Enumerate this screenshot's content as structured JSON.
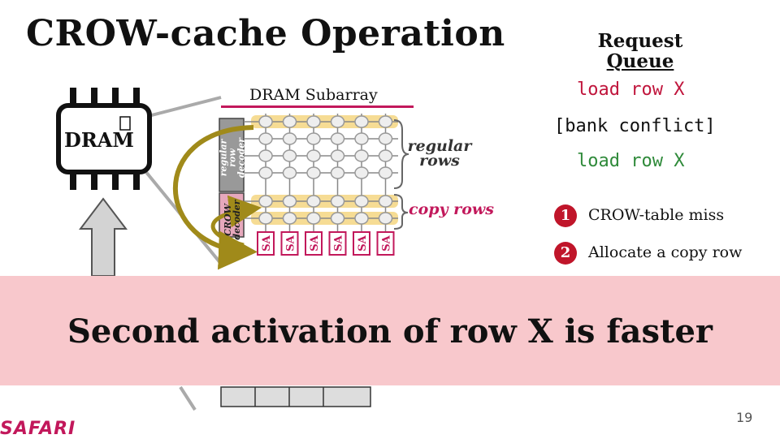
{
  "slide": {
    "title": "CROW-cache Operation",
    "page_number": "19",
    "logo_text": "SAFARI"
  },
  "dram_chip": {
    "label": "DRAM"
  },
  "subarray": {
    "title": "DRAM Subarray",
    "regular_decoder_label": "regular row decoder",
    "crow_decoder_label": "CROW decoder",
    "regular_rows_label": "regular rows",
    "copy_rows_label": "copy rows",
    "sense_amp_label": "SA",
    "sense_amp_count": 6,
    "regular_row_count": 4,
    "copy_row_count": 2,
    "column_count": 6
  },
  "request_queue": {
    "title_line1": "Request",
    "title_line2": "Queue",
    "items": [
      {
        "text": "load row X",
        "color": "#c0153c"
      },
      {
        "text": "[bank conflict]",
        "color": "#111111"
      },
      {
        "text": "load row X",
        "color": "#2f8a3a"
      }
    ]
  },
  "steps": [
    {
      "number": "1",
      "text": "CROW-table miss"
    },
    {
      "number": "2",
      "text": "Allocate a copy row"
    }
  ],
  "banner": {
    "text": "Second activation of row X is faster"
  },
  "colors": {
    "accent": "#c2185b",
    "banner": "#f8c8cc",
    "badge": "#c0152a",
    "row_highlight": "#f6dc94",
    "arrow": "#a08a1a"
  }
}
